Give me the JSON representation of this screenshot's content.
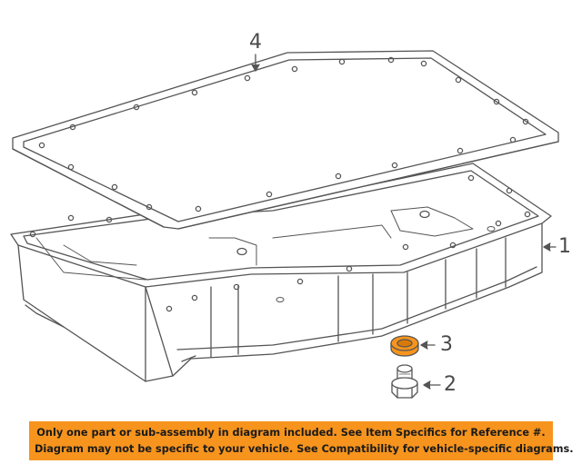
{
  "callouts": [
    {
      "id": "1",
      "label": "1"
    },
    {
      "id": "2",
      "label": "2"
    },
    {
      "id": "3",
      "label": "3"
    },
    {
      "id": "4",
      "label": "4"
    }
  ],
  "parts": [
    {
      "number": "1",
      "name": "oil pan"
    },
    {
      "number": "2",
      "name": "drain plug"
    },
    {
      "number": "3",
      "name": "drain plug gasket"
    },
    {
      "number": "4",
      "name": "pan gasket"
    }
  ],
  "colors": {
    "line": "#555555",
    "highlight_part": "#f7941d",
    "banner_bg": "#f7941d",
    "banner_text": "#1a1a1a"
  },
  "notice": {
    "line1": "Only one part or sub-assembly in diagram included. See Item Specifics for Reference #.",
    "line2": "Diagram may not be specific to your vehicle. See Compatibility for vehicle-specific diagrams."
  }
}
